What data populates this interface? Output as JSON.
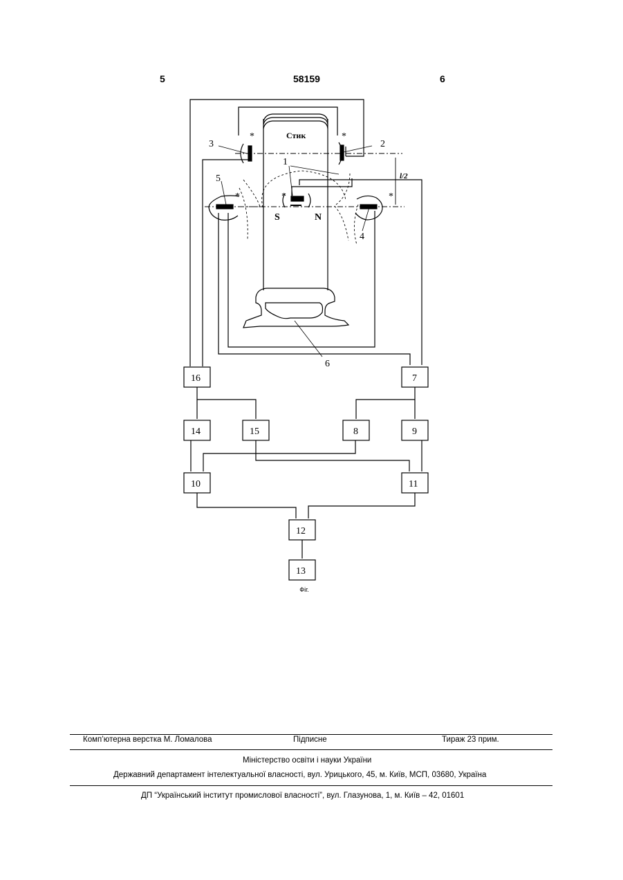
{
  "header": {
    "left_page": "5",
    "patent_number": "58159",
    "right_page": "6"
  },
  "figure": {
    "top_label": "Стик",
    "pole_s": "S",
    "pole_n": "N",
    "dimension_label": "l/2",
    "star_mark": "*",
    "caption": "Фіг.",
    "callouts": [
      "1",
      "2",
      "3",
      "4",
      "5",
      "6"
    ],
    "blocks": [
      "7",
      "8",
      "9",
      "10",
      "11",
      "12",
      "13",
      "14",
      "15",
      "16"
    ]
  },
  "footer": {
    "typesetting": "Комп’ютерна верстка М. Ломалова",
    "signed": "Підписне",
    "circulation": "Тираж 23 прим.",
    "ministry": "Міністерство освіти і науки України",
    "department": "Державний департамент інтелектуальної власності, вул. Урицького, 45, м. Київ, МСП, 03680, Україна",
    "institute": "ДП “Український інститут промислової власності”, вул. Глазунова, 1, м. Київ – 42, 01601"
  }
}
